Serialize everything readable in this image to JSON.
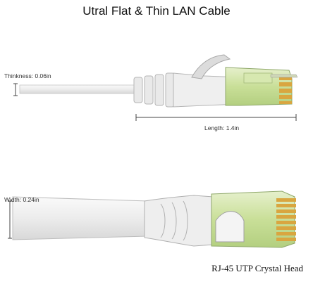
{
  "title": "Utral Flat & Thin LAN Cable",
  "top_view": {
    "thickness_label": "Thinkness: 0.06in",
    "length_label": "Length: 1.4in"
  },
  "bottom_view": {
    "width_label": "Width: 0.24in"
  },
  "caption": "RJ-45 UTP Crystal Head",
  "colors": {
    "cable": "#f2f2f2",
    "outline": "#b8b8b8",
    "crystal_head": "#cfe3a6",
    "contacts": "#d9a640"
  }
}
